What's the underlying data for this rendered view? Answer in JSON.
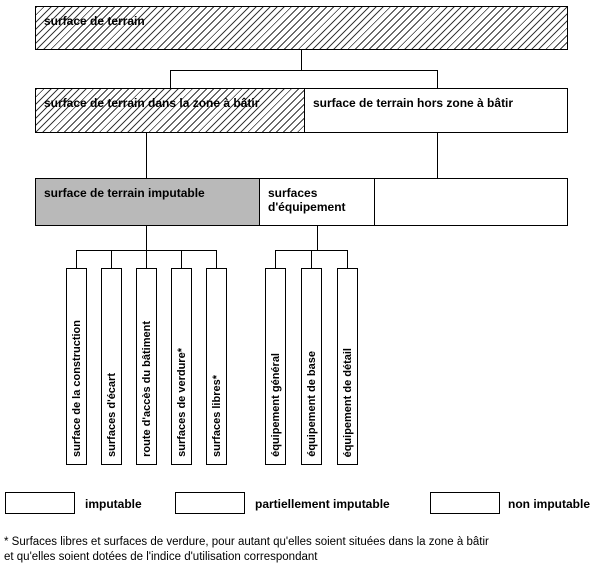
{
  "diagram": {
    "root": {
      "label": "surface de terrain",
      "style": "partiellement-imputable"
    },
    "level2": [
      {
        "label": "surface de terrain dans la zone à bâtir",
        "style": "partiellement-imputable"
      },
      {
        "label": "surface de terrain hors zone à bâtir",
        "style": "non-imputable"
      }
    ],
    "level3": [
      {
        "label": "surface de terrain imputable",
        "style": "imputable"
      },
      {
        "label": "surfaces d'équipement",
        "style": "non-imputable"
      },
      {
        "label": "",
        "style": "non-imputable"
      }
    ],
    "imputable_leaves": [
      "surface de la construction",
      "surfaces d'écart",
      "route d'accès du bâtiment",
      "surfaces de verdure*",
      "surfaces libres*"
    ],
    "equipment_leaves": [
      "équipement général",
      "équipement de base",
      "équipement de détail"
    ],
    "legend": [
      {
        "label": "imputable",
        "style": "imputable"
      },
      {
        "label": "partiellement imputable",
        "style": "partiellement-imputable"
      },
      {
        "label": "non imputable",
        "style": "non-imputable"
      }
    ],
    "footnote": {
      "line1": "* Surfaces libres et surfaces de verdure, pour autant qu'elles soient situées dans la zone à bâtir",
      "line2": "et qu'elles soient dotées de l'indice d'utilisation correspondant"
    },
    "colors": {
      "imputable_fill": "#b9b9b9",
      "line": "#000000",
      "background": "#ffffff"
    }
  }
}
